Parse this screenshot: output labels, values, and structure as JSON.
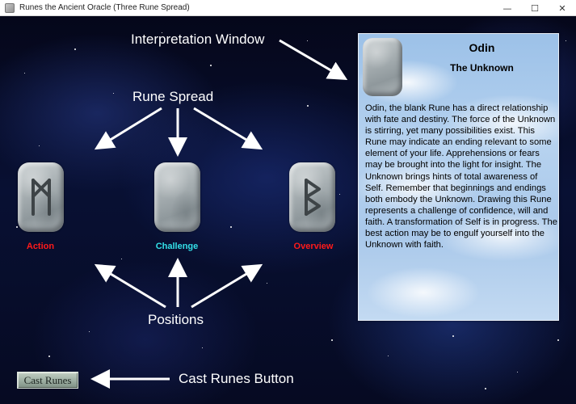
{
  "window": {
    "title": "Runes the Ancient Oracle (Three Rune Spread)",
    "minimize_glyph": "—",
    "maximize_glyph": "☐",
    "close_glyph": "✕"
  },
  "annotations": {
    "interpretation_window": "Interpretation Window",
    "rune_spread": "Rune Spread",
    "positions": "Positions",
    "cast_runes_button": "Cast Runes Button"
  },
  "spread": [
    {
      "position": "Action",
      "color": "#ff1a1a",
      "rune": "mannaz"
    },
    {
      "position": "Challenge",
      "color": "#33e0e8",
      "rune": "blank"
    },
    {
      "position": "Overview",
      "color": "#ff1a1a",
      "rune": "berkana"
    }
  ],
  "interpretation": {
    "name": "Odin",
    "meaning": "The Unknown",
    "text": "Odin, the blank Rune has a direct relationship with fate and destiny.  The force of the Unknown is stirring, yet many possibilities exist.  This Rune may indicate an ending relevant to some element of your life.  Apprehensions or fears may be brought into the light for insight.  The Unknown brings hints of total awareness of Self.  Remember that beginnings and endings both embody the Unknown.  Drawing this Rune represents a challenge of confidence, will and faith.  A transformation of Self is in progress.  The best action may be to engulf yourself into the Unknown with faith."
  },
  "cast_button": {
    "label": "Cast Runes"
  }
}
